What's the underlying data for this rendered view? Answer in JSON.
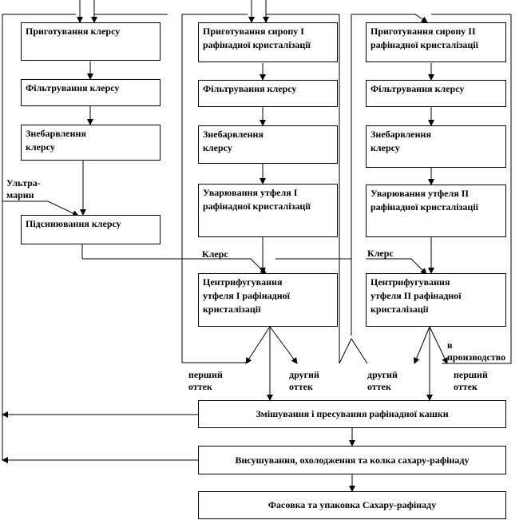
{
  "boxes": {
    "prep_clear": "Приготування клерсу",
    "filter_clear": "Фільтрування клерсу",
    "decolor_clear": "Знебарвлення\nклерсу",
    "blue_clear": "Підсинювання клерсу",
    "syrup1": "Приготування сиропу I\nрафінадної кристалізації",
    "filter1": "Фільтрування клерсу",
    "decolor1": "Знебарвлення\nклерсу",
    "boil1": "Уварювання утфеля I\nрафінадної кристалізації",
    "centr1": "Центрифугування\nутфеля I рафінадної\nкристалізації",
    "syrup2": "Приготування сиропу II\nрафінадної кристалізації",
    "filter2": "Фільтрування клерсу",
    "decolor2": "Знебарвлення\nклерсу",
    "boil2": "Уварювання утфеля II\nрафінадної кристалізації",
    "centr2": "Центрифугування\nутфеля II рафінадної\nкристалізації",
    "mix_press": "Змішування і пресування рафінадної кашки",
    "dry": "Висушування, охолодження та колка сахару-рафінаду",
    "pack": "Фасовка та упаковка Сахару-рафінаду"
  },
  "labels": {
    "ultramarine": "Ультра-\nмарин",
    "clear1": "Клерс",
    "clear2": "Клерс",
    "first_syrup1": "перший\nоттек",
    "second_syrup1": "другий\nоттек",
    "second_syrup2": "другий\nоттек",
    "first_syrup2": "перший\nоттек",
    "to_production": "в\nпроизводство"
  }
}
